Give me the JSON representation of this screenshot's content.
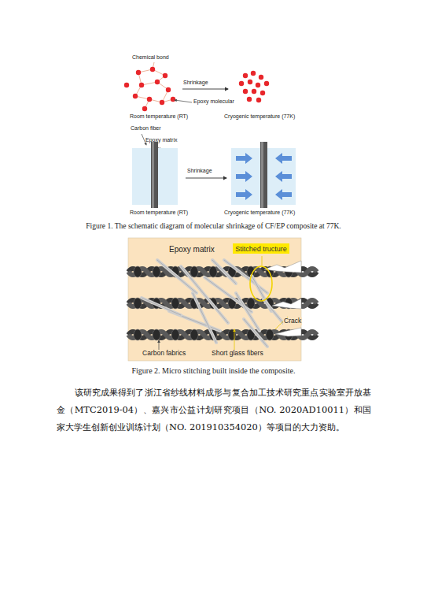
{
  "diagram": {
    "nodes": [
      {
        "text": [
          "Stitched tructure"
        ]
      }
    ],
    "labels": [
      "Chemical bond",
      "Shrinkage",
      "Epoxy molecular",
      "Room temperature (RT)",
      "Cryogenic temperature (77K)",
      "Carbon fiber",
      "Epoxy matrix",
      "Shrinkage",
      "Room temperature (RT)",
      "Cryogenic temperature (77K)",
      "Figure 1. The schematic diagram of molecular shrinkage of CF/EP composite at 77K.",
      "Epoxy matrix",
      "Crack",
      "Carbon fabrics",
      "Short glass fibers",
      "Figure 2. Micro stitching built inside the composite.",
      "该研究成果得到了浙江省纱线材料成形与复合加工技术研究重点实验室开放基金（MTC2019-04）、嘉兴市公益计划研究项目（NO. 2020AD10011）和国家大学生创新创业训练计划（NO. 201910354020）等项目的大力资助。"
    ]
  }
}
